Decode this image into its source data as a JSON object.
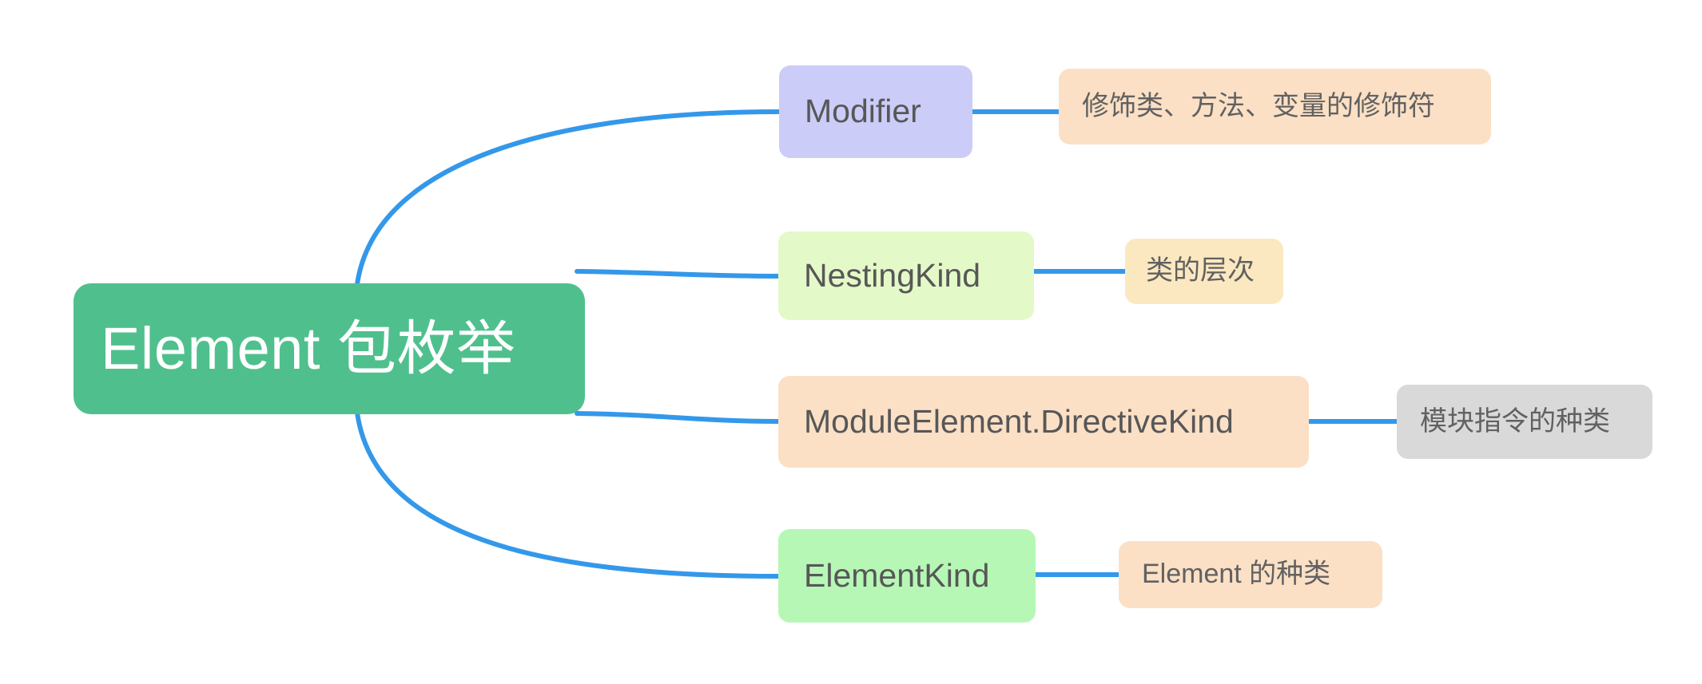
{
  "diagram": {
    "type": "mindmap",
    "background": "#ffffff",
    "edge_color": "#3498ea",
    "root": {
      "id": "root",
      "label": "Element 包枚举",
      "fill": "#4FC08D",
      "text_color": "#ffffff"
    },
    "branches": [
      {
        "id": "modifier",
        "label": "Modifier",
        "fill": "#CCCCF9",
        "text_color": "#575757",
        "child": {
          "id": "modifier-desc",
          "label": "修饰类、方法、变量的修饰符",
          "fill": "#FBE0C6",
          "text_color": "#616161"
        }
      },
      {
        "id": "nestingkind",
        "label": "NestingKind",
        "fill": "#E4F9C8",
        "text_color": "#575757",
        "child": {
          "id": "nestingkind-desc",
          "label": "类的层次",
          "fill": "#FCE8C0",
          "text_color": "#616161"
        }
      },
      {
        "id": "moduleelement",
        "label": "ModuleElement.DirectiveKind",
        "fill": "#FBE0C6",
        "text_color": "#575757",
        "child": {
          "id": "moduleelement-desc",
          "label": "模块指令的种类",
          "fill": "#D9D9D9",
          "text_color": "#616161"
        }
      },
      {
        "id": "elementkind",
        "label": "ElementKind",
        "fill": "#B6F7B6",
        "text_color": "#575757",
        "child": {
          "id": "elementkind-desc",
          "label": "Element 的种类",
          "fill": "#FBE0C6",
          "text_color": "#616161"
        }
      }
    ]
  }
}
